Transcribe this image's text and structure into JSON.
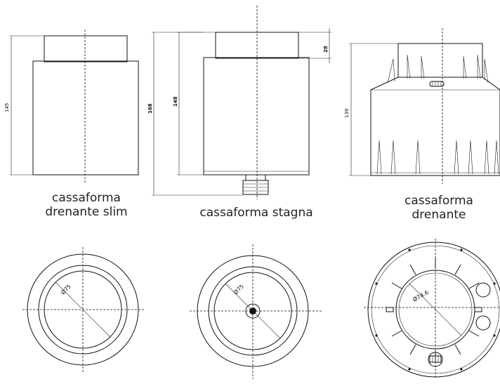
{
  "captions": {
    "slim_line1": "cassaforma",
    "slim_line2": "drenante slim",
    "stagna": "cassaforma stagna",
    "drenante_line1": "cassaforma",
    "drenante_line2": "drenante"
  },
  "dimensions": {
    "slim_height": "145",
    "stagna_outer": "168",
    "stagna_body": "148",
    "stagna_top": "28",
    "drenante_height": "139",
    "slim_diameter": "Ø75",
    "stagna_diameter": "Ø75",
    "drenante_diameter": "Ø74.6"
  }
}
